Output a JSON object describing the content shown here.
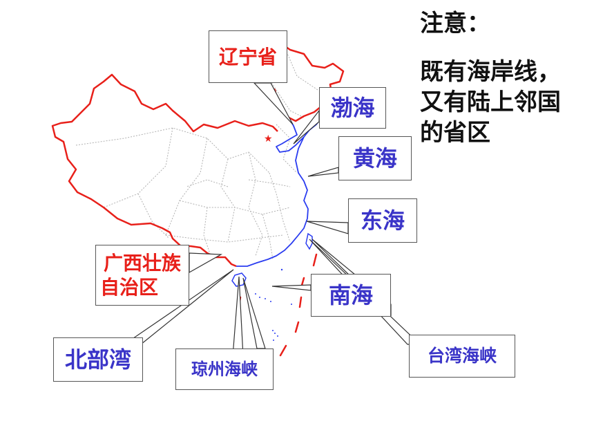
{
  "note": {
    "title": "注意：",
    "body_lines": [
      "既有海岸线，",
      "又有陆上邻国",
      "的省区"
    ]
  },
  "labels": {
    "liaoning": "辽宁省",
    "bohai": "渤海",
    "huanghai": "黄海",
    "donghai": "东海",
    "guangxi_line1": "广西壮族",
    "guangxi_line2": "自治区",
    "nanhai": "南海",
    "beibuwan": "北部湾",
    "qiongzhou": "琼州海峡",
    "taiwan": "台湾海峡"
  },
  "colors": {
    "border": "#e8201a",
    "coast": "#2a3cf0",
    "province": "#b0b0b0",
    "label_red": "#e8201a",
    "label_blue": "#3a34c8"
  }
}
